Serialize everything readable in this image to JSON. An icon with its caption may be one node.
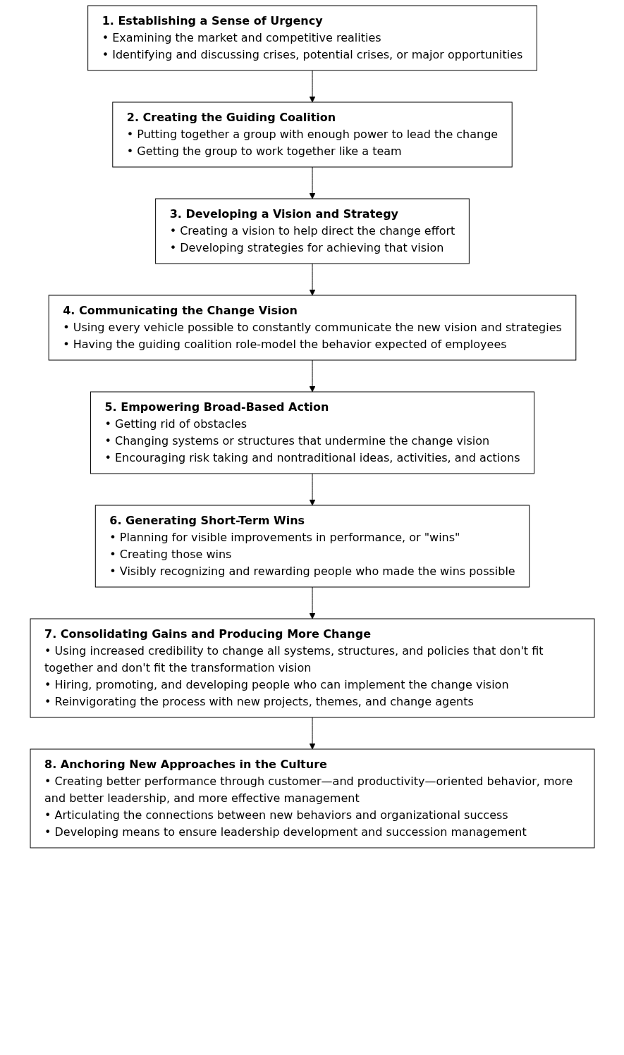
{
  "diagram": {
    "nodes": [
      {
        "text": [
          "1. Establishing a Sense of Urgency",
          "• Examining the market and competitive realities",
          "• Identifying and discussing crises, potential crises, or major opportunities"
        ]
      },
      {
        "text": [
          "2. Creating the Guiding Coalition",
          "• Putting together a group with enough power to lead the change",
          "• Getting the group to work together like a team"
        ]
      },
      {
        "text": [
          "3. Developing a Vision and Strategy",
          "• Creating a vision to help direct the change effort",
          "• Developing strategies for achieving that vision"
        ]
      },
      {
        "text": [
          "4. Communicating the Change Vision",
          "• Using every vehicle possible to constantly communicate the new vision and strategies",
          "• Having the guiding coalition role-model the behavior expected of employees"
        ]
      },
      {
        "text": [
          "5. Empowering Broad-Based Action",
          "• Getting rid of obstacles",
          "• Changing systems or structures that undermine the change vision",
          "• Encouraging risk taking and nontraditional ideas, activities, and actions"
        ]
      },
      {
        "text": [
          "6. Generating Short-Term Wins",
          "• Planning for visible improvements in performance, or \"wins\"",
          "• Creating those wins",
          "• Visibly recognizing and rewarding people who made the wins possible"
        ]
      },
      {
        "text": [
          "7. Consolidating Gains and Producing More Change",
          "• Using increased credibility to change all systems, structures, and policies that don't fit together and don't fit the transformation vision",
          "• Hiring, promoting, and developing people who can implement the change vision",
          "• Reinvigorating the process with new projects, themes, and change agents"
        ]
      },
      {
        "text": [
          "8. Anchoring New Approaches in the Culture",
          "• Creating better performance through customer—and productivity—oriented behavior, more and better leadership, and more effective management",
          "• Articulating the connections between new behaviors and organizational success",
          "• Developing means to ensure leadership development and succession management"
        ]
      }
    ],
    "edges": [
      {
        "from": 0,
        "to": 1,
        "arrow": "to"
      },
      {
        "from": 1,
        "to": 2,
        "arrow": "to"
      },
      {
        "from": 2,
        "to": 3,
        "arrow": "to"
      },
      {
        "from": 3,
        "to": 4,
        "arrow": "to"
      },
      {
        "from": 4,
        "to": 5,
        "arrow": "to"
      },
      {
        "from": 5,
        "to": 6,
        "arrow": "to"
      },
      {
        "from": 6,
        "to": 7,
        "arrow": "to"
      }
    ]
  }
}
